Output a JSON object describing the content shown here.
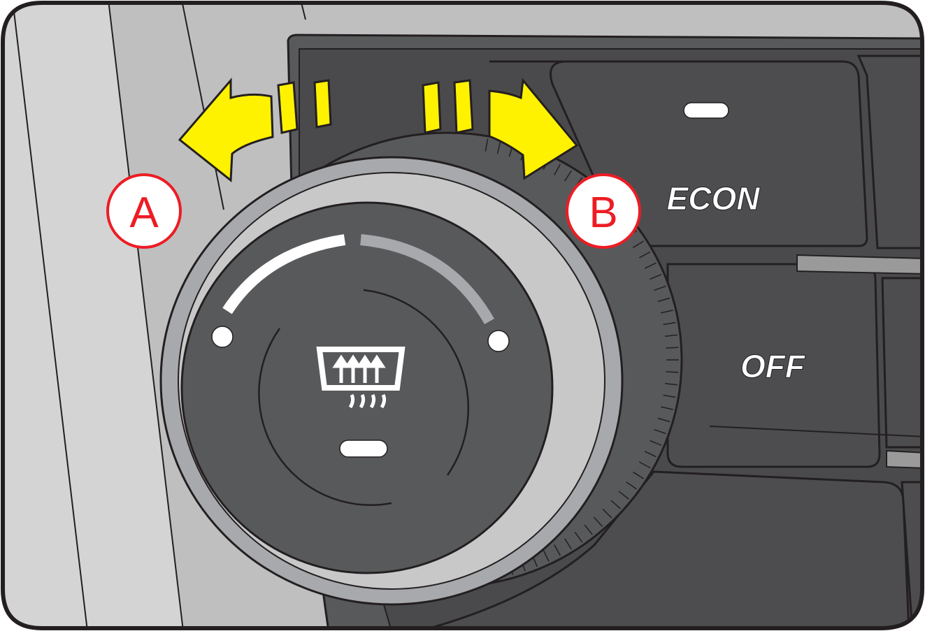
{
  "callouts": {
    "a": {
      "letter": "A",
      "meaning": "left-arrow"
    },
    "b": {
      "letter": "B",
      "meaning": "right-arrow"
    }
  },
  "buttons": {
    "econ": {
      "label": "ECON"
    },
    "off": {
      "label": "OFF"
    }
  },
  "knob": {
    "icon": "rear-defroster-icon"
  },
  "colors": {
    "panel_bg": "#bfbfbf",
    "trim_light": "#d9d9d9",
    "console_dark": "#58595b",
    "button_face": "#4d4d4f",
    "arrow_yellow": "#fff200",
    "callout_red": "#ed1c24",
    "indicator_white": "#ffffff"
  }
}
